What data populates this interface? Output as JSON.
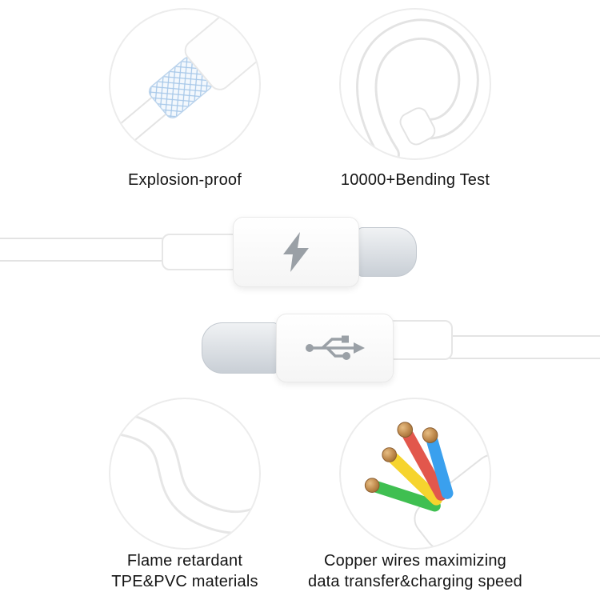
{
  "features": {
    "explosion_proof": {
      "lines": [
        "Explosion-proof"
      ],
      "photo": "cable-cross-section-mesh"
    },
    "bending_test": {
      "lines": [
        "10000+Bending Test"
      ],
      "photo": "bent-cable-loop"
    },
    "flame_retardant": {
      "lines": [
        "Flame retardant",
        "TPE&PVC materials"
      ],
      "photo": "curved-white-cable"
    },
    "copper_wires": {
      "lines": [
        "Copper wires maximizing",
        "data transfer&charging speed"
      ],
      "photo": "stripped-cable-copper-wires"
    }
  },
  "connectors": {
    "top": {
      "type": "usb-c-plug",
      "icon": "lightning-bolt-icon"
    },
    "bottom": {
      "type": "usb-c-plug",
      "icon": "usb-icon"
    }
  },
  "colors": {
    "wire_green": "#3fbf51",
    "wire_yellow": "#f6d42e",
    "wire_red": "#e2574c",
    "wire_blue": "#3aa0ee",
    "copper": "#c08b4e",
    "mesh_blue": "#a7c8e9",
    "icon_gray": "#9aa0a6",
    "outline_gray": "#e3e3e3",
    "metal_light": "#f0f2f4",
    "metal_dark": "#c9cfd6",
    "text": "#141414"
  }
}
